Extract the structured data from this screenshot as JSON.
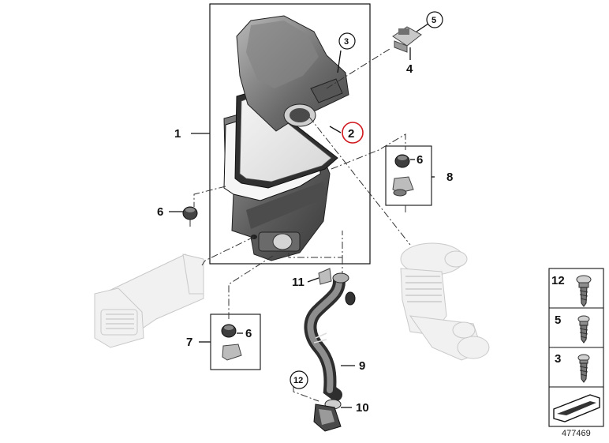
{
  "callouts": {
    "c1": "1",
    "c2": "2",
    "c3": "3",
    "c4": "4",
    "c5": "5",
    "c6a": "6",
    "c6b": "6",
    "c6c": "6",
    "c7": "7",
    "c8": "8",
    "c9": "9",
    "c10": "10",
    "c11": "11",
    "c12": "12"
  },
  "legend": {
    "rows": [
      {
        "number": "12",
        "icon": "screw-12-icon"
      },
      {
        "number": "5",
        "icon": "screw-5-icon"
      },
      {
        "number": "3",
        "icon": "screw-3-icon"
      },
      {
        "number": "",
        "icon": "gasket-strip-icon"
      }
    ]
  },
  "diagram_number": "477469",
  "colors": {
    "part_dark": "#5a5a5a",
    "part_mid": "#8a8a8a",
    "filter_light": "#e8e8e8",
    "ghost_fill": "#f1f1f1",
    "highlight_red": "#d0181e"
  }
}
